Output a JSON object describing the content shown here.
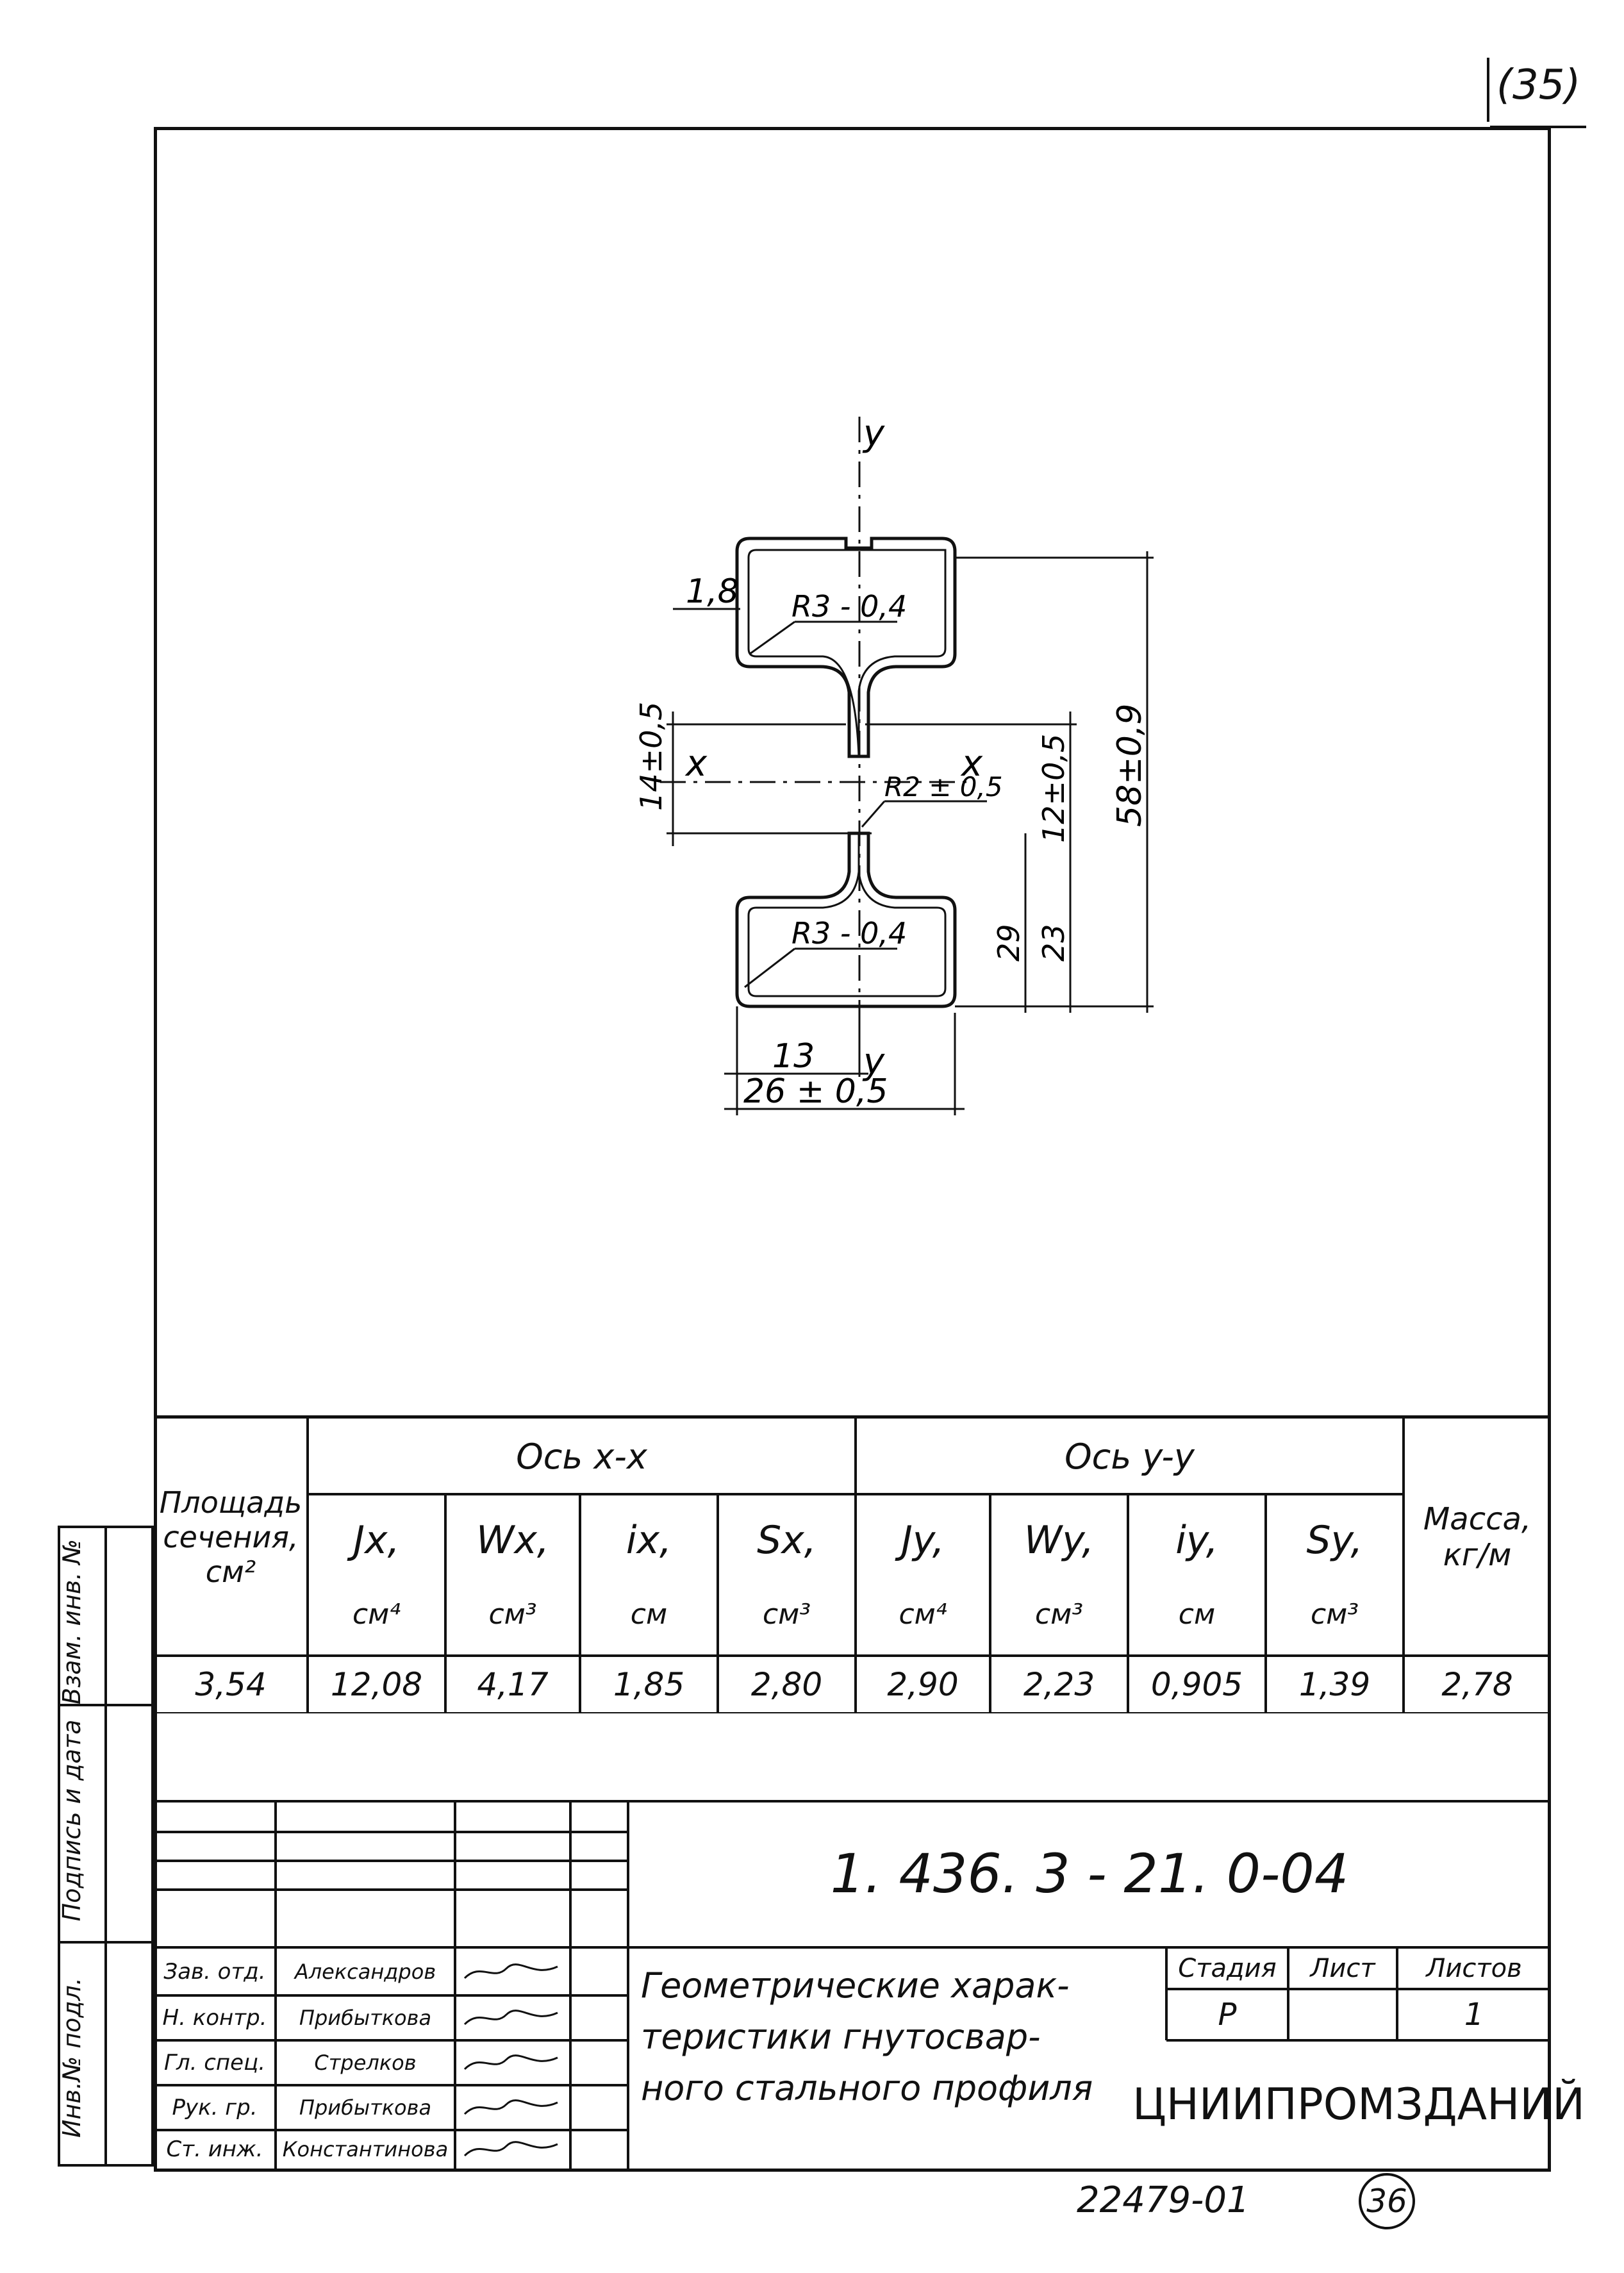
{
  "sheet_number": "(35)",
  "bottom_number": "22479-01",
  "bottom_circle": "36",
  "drawing": {
    "axis_y": "y",
    "axis_x": "x",
    "dim_thickness": "1,8",
    "dim_r_top": "R3 - 0,4",
    "dim_r_mid": "R2 ± 0,5",
    "dim_r_bot": "R3 - 0,4",
    "dim_gap": "14±0,5",
    "dim_neck": "12±0,5",
    "dim_height": "58±0,9",
    "dim_29": "29",
    "dim_23": "23",
    "dim_half_width": "13",
    "dim_width": "26 ± 0,5"
  },
  "table": {
    "area_header": "Площадь сечения, см²",
    "axis_x_header": "Ось x-x",
    "axis_y_header": "Ось y-y",
    "mass_header": "Масса, кг/м",
    "columns": [
      {
        "sym": "Jx,",
        "unit": "см⁴"
      },
      {
        "sym": "Wx,",
        "unit": "см³"
      },
      {
        "sym": "ix,",
        "unit": "см"
      },
      {
        "sym": "Sx,",
        "unit": "см³"
      },
      {
        "sym": "Jy,",
        "unit": "см⁴"
      },
      {
        "sym": "Wy,",
        "unit": "см³"
      },
      {
        "sym": "iy,",
        "unit": "см"
      },
      {
        "sym": "Sy,",
        "unit": "см³"
      }
    ],
    "values": [
      "3,54",
      "12,08",
      "4,17",
      "1,85",
      "2,80",
      "2,90",
      "2,23",
      "0,905",
      "1,39",
      "2,78"
    ]
  },
  "side_stamp": {
    "inv_orig": "Инв.№ подл.",
    "sign_date": "Подпись и дата",
    "inv_repl": "Взам. инв. №"
  },
  "title_block": {
    "code": "1. 436. 3 - 21. 0-04",
    "roles": [
      "Зав. отд.",
      "Н. контр.",
      "Гл. спец.",
      "Рук. гр.",
      "Ст. инж."
    ],
    "names": [
      "Александров",
      "Прибыткова",
      "Стрелков",
      "Прибыткова",
      "Константинова"
    ],
    "title_lines": [
      "Геометрические харак-",
      "теристики гнутосвар-",
      "ного стального профиля"
    ],
    "stage_label": "Стадия",
    "sheet_label": "Лист",
    "sheets_label": "Листов",
    "stage_value": "Р",
    "sheet_value": "",
    "sheets_value": "1",
    "org": "ЦНИИПРОМЗДАНИЙ"
  }
}
